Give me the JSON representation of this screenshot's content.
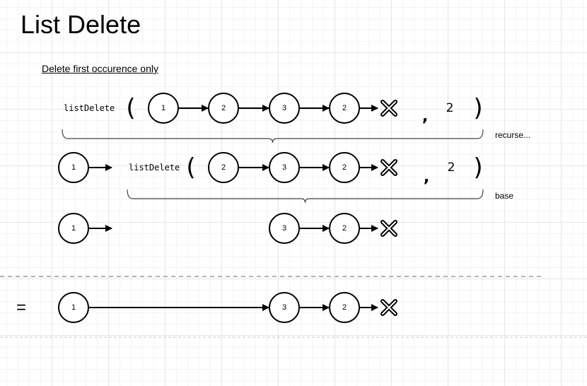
{
  "title": "List Delete",
  "subtitle": "Delete first occurence only",
  "function_name": "listDelete",
  "rows": [
    {
      "call": true,
      "prefix": [],
      "list": [
        "1",
        "2",
        "3",
        "2"
      ],
      "arg": "2",
      "annotation": "recurse..."
    },
    {
      "call": true,
      "prefix": [
        "1"
      ],
      "list": [
        "2",
        "3",
        "2"
      ],
      "arg": "2",
      "annotation": "base"
    },
    {
      "call": false,
      "prefix": [
        "1"
      ],
      "list": [
        "3",
        "2"
      ]
    }
  ],
  "result": {
    "equals": "=",
    "list": [
      "1",
      "3",
      "2"
    ]
  },
  "colors": {
    "stroke": "#000000",
    "grid": "#e6e6e6",
    "separator": "#b3b3b3"
  },
  "icons": {
    "list_terminator": "x-null-icon"
  }
}
